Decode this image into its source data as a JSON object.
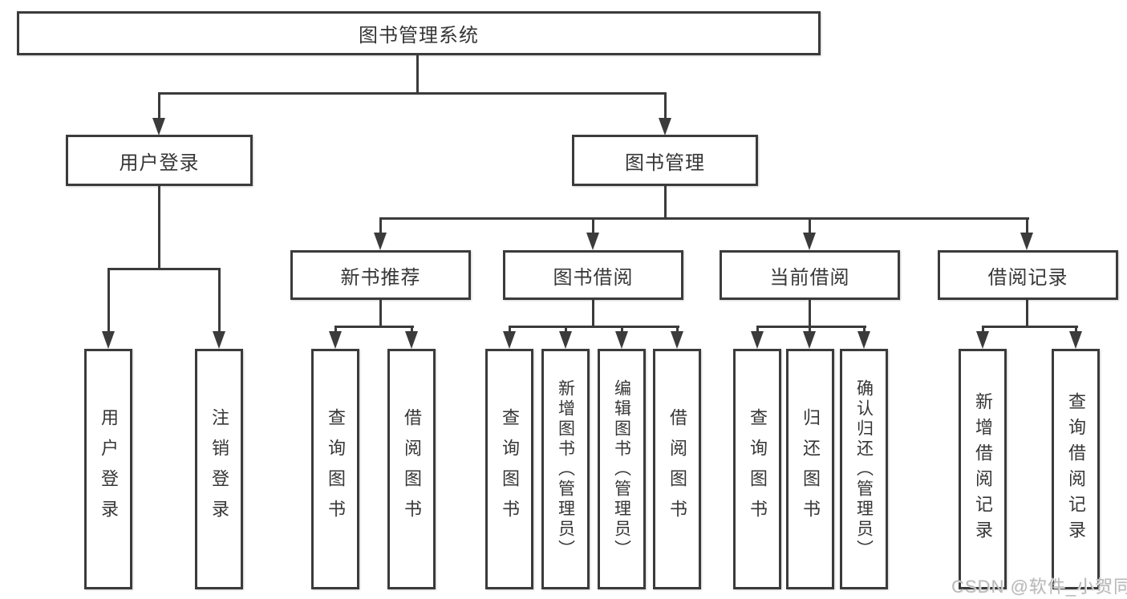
{
  "diagram": {
    "root": {
      "label": "图书管理系统"
    },
    "branches": [
      {
        "label": "用户登录",
        "children": [
          {
            "label": "用户登录"
          },
          {
            "label": "注销登录"
          }
        ]
      },
      {
        "label": "图书管理",
        "children": [
          {
            "label": "新书推荐",
            "children": [
              {
                "label": "查询图书"
              },
              {
                "label": "借阅图书"
              }
            ]
          },
          {
            "label": "图书借阅",
            "children": [
              {
                "label": "查询图书"
              },
              {
                "label": "新增图书（管理员）"
              },
              {
                "label": "编辑图书（管理员）"
              },
              {
                "label": "借阅图书"
              }
            ]
          },
          {
            "label": "当前借阅",
            "children": [
              {
                "label": "查询图书"
              },
              {
                "label": "归还图书"
              },
              {
                "label": "确认归还（管理员）"
              }
            ]
          },
          {
            "label": "借阅记录",
            "children": [
              {
                "label": "新增借阅记录"
              },
              {
                "label": "查询借阅记录"
              }
            ]
          }
        ]
      }
    ]
  },
  "watermark": {
    "text": "CSDN @软件_小贺同学"
  },
  "colors": {
    "line": "#3b3b3b",
    "text": "#363636",
    "background": "#ffffff",
    "watermark": "#b9b9b9"
  }
}
